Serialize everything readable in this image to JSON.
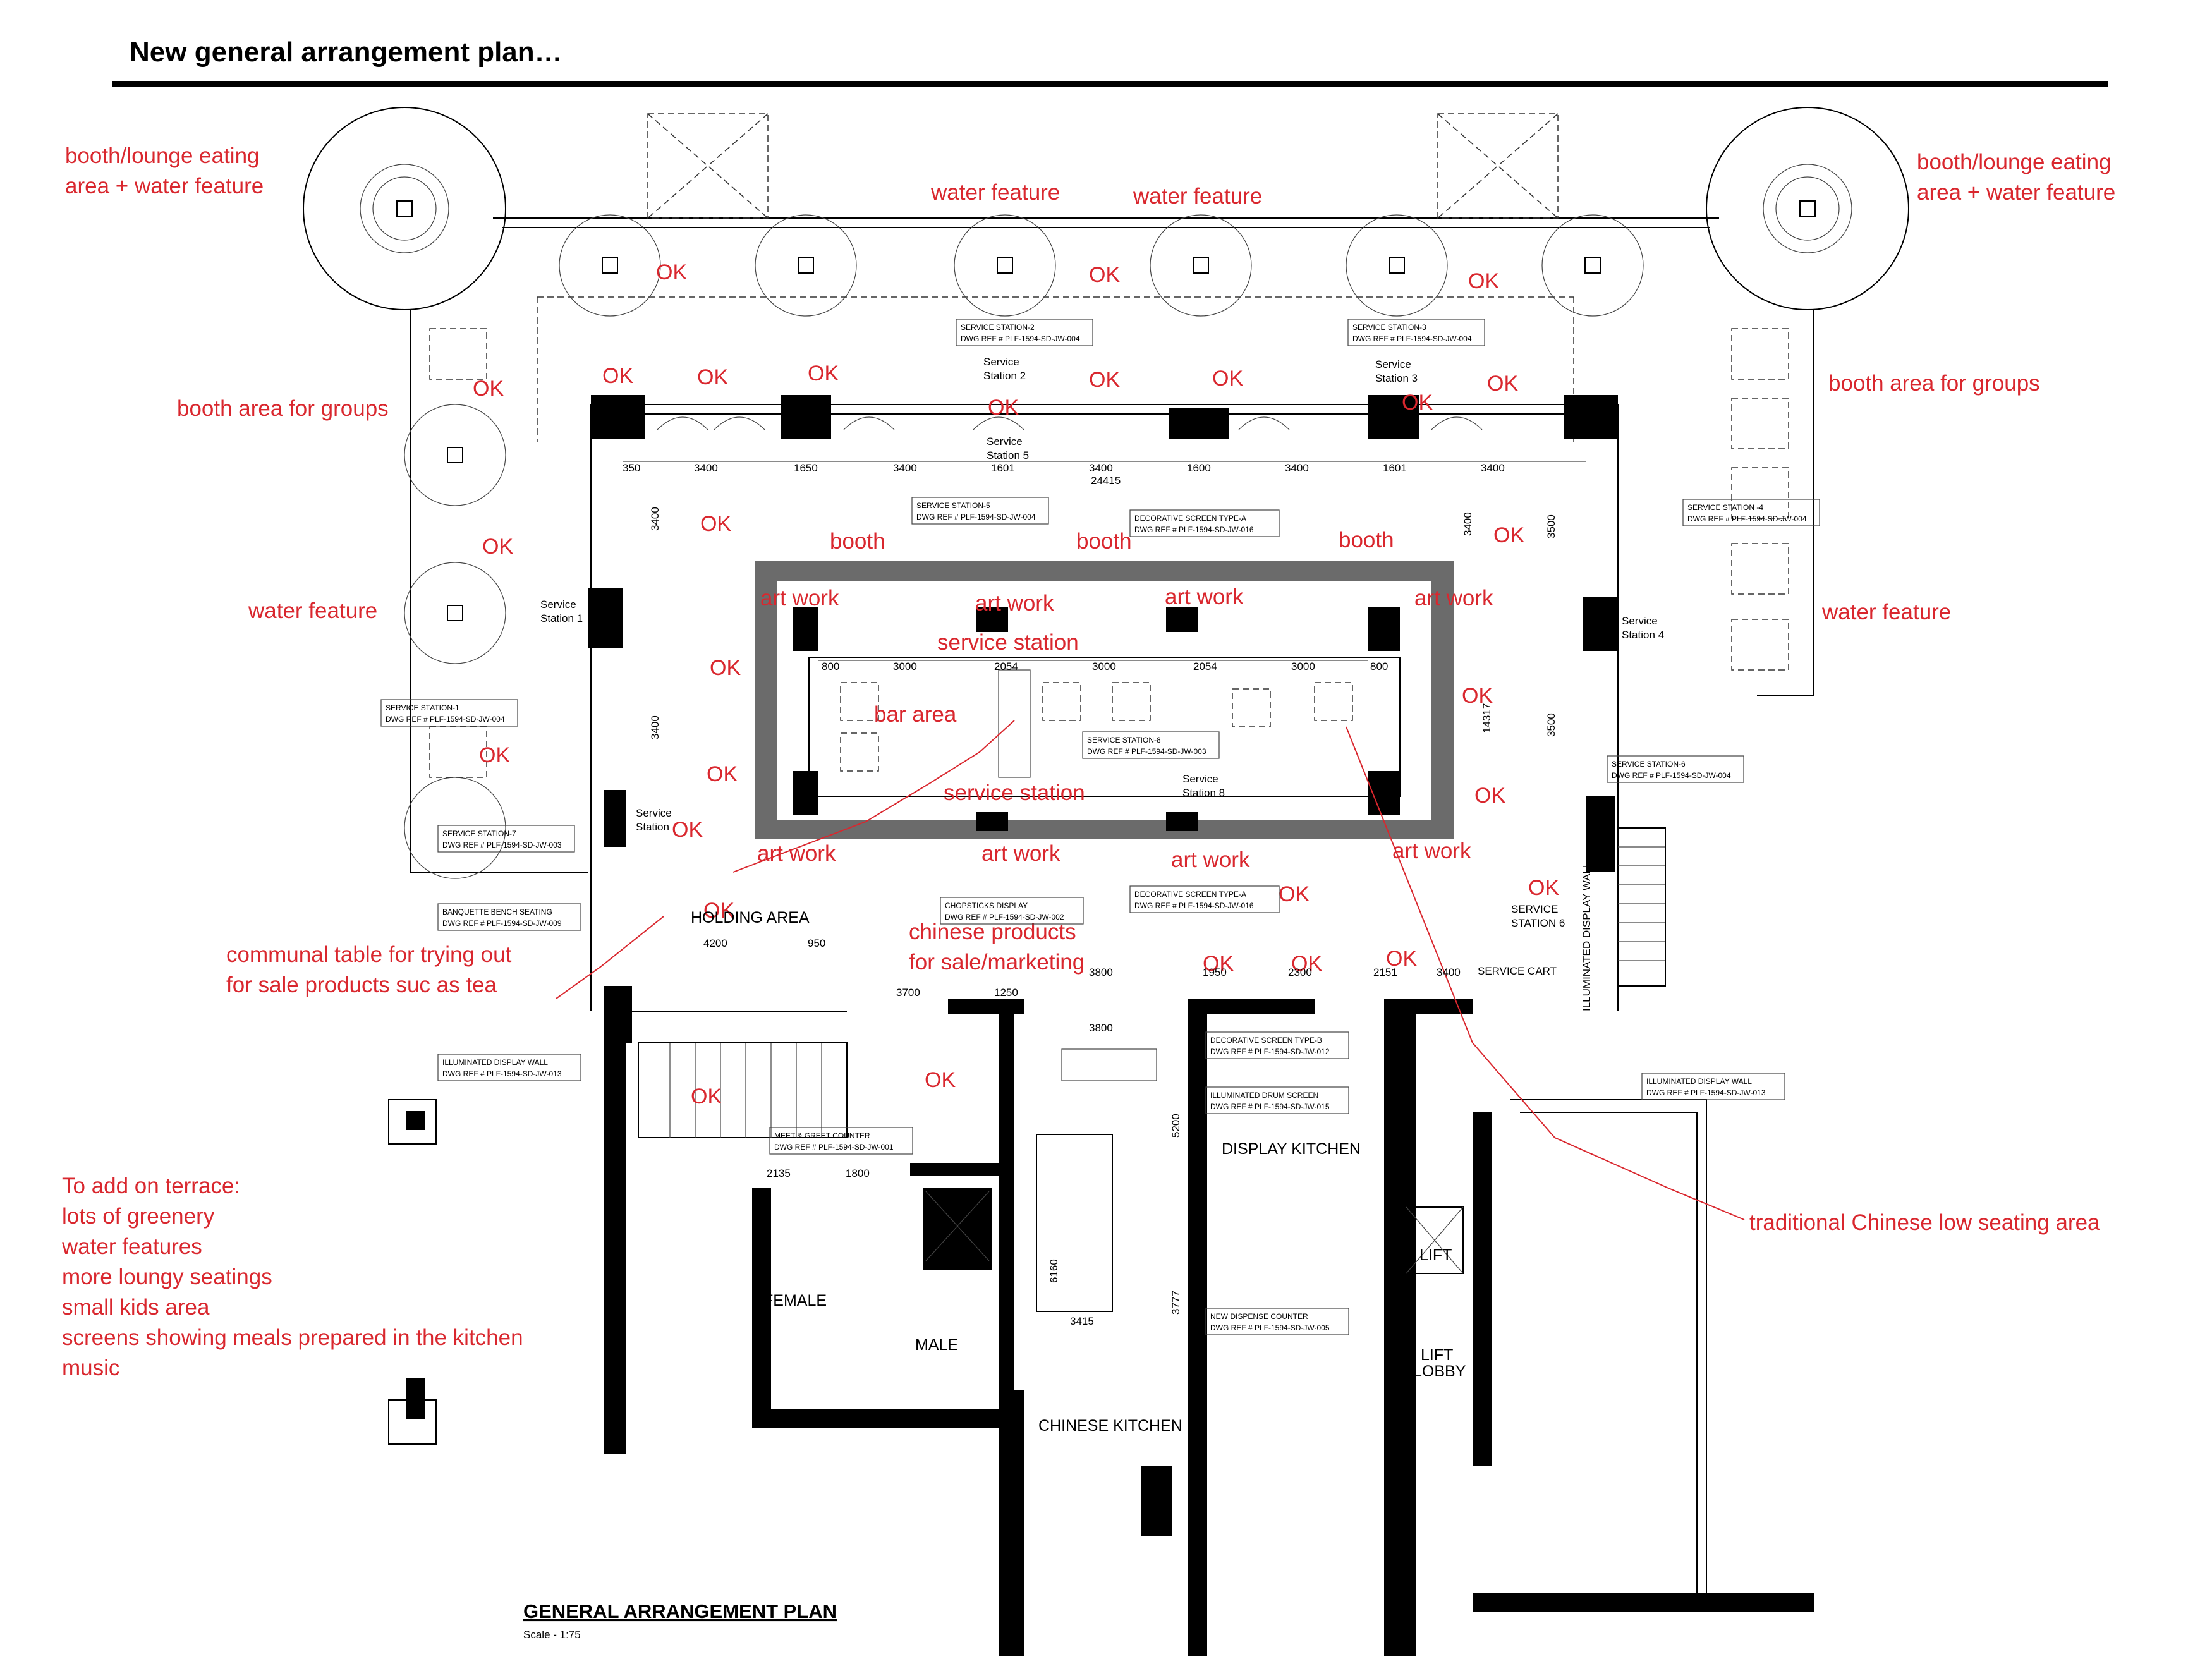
{
  "title": "New general arrangement plan…",
  "drawing": {
    "title": "GENERAL ARRANGEMENT PLAN",
    "scale": "Scale - 1:75"
  },
  "notes": {
    "booth_lounge_left_1": "booth/lounge eating",
    "booth_lounge_left_2": "area + water feature",
    "booth_lounge_right_1": "booth/lounge eating",
    "booth_lounge_right_2": "area + water feature",
    "water_feature_top_1": "water feature",
    "water_feature_top_2": "water feature",
    "booth_groups_left": "booth area for groups",
    "booth_groups_right": "booth area for groups",
    "water_feature_left": "water feature",
    "water_feature_right": "water feature",
    "booth_1": "booth",
    "booth_2": "booth",
    "booth_3": "booth",
    "art_work_1": "art work",
    "art_work_2": "art work",
    "art_work_3": "art work",
    "art_work_4": "art work",
    "art_work_5": "art work",
    "art_work_6": "art work",
    "art_work_7": "art work",
    "art_work_8": "art work",
    "service_station_top": "service station",
    "service_station_bottom": "service station",
    "bar_area": "bar area",
    "communal_1": "communal table for trying out",
    "communal_2": "for sale products suc as tea",
    "chinese_products_1": "chinese products",
    "chinese_products_2": "for sale/marketing",
    "traditional": "traditional Chinese low seating area",
    "terrace": [
      "To add on terrace:",
      "lots of greenery",
      "water features",
      "more loungy seatings",
      "small kids area",
      "screens showing meals prepared in the kitchen",
      "music"
    ],
    "ok": "OK"
  },
  "labels": {
    "holding_area": "HOLDING AREA",
    "display_kitchen": "DISPLAY KITCHEN",
    "chinese_kitchen": "CHINESE KITCHEN",
    "female": "FEMALE",
    "male": "MALE",
    "lift": "LIFT",
    "lift_lobby_1": "LIFT",
    "lift_lobby_2": "LOBBY",
    "service_station_1": [
      "Service",
      "Station 1"
    ],
    "service_station_2": [
      "Service",
      "Station 2"
    ],
    "service_station_3": [
      "Service",
      "Station 3"
    ],
    "service_station_4": [
      "Service",
      "Station 4"
    ],
    "service_station_5": [
      "Service",
      "Station 5"
    ],
    "service_station_6": [
      "SERVICE",
      "STATION 6"
    ],
    "service_station_7": [
      "Service",
      "Station"
    ],
    "service_station_8": [
      "Service",
      "Station 8"
    ],
    "service_cart": "SERVICE CART",
    "illuminated_display_wall": "ILLUMINATED DISPLAY WALL"
  },
  "tags": {
    "ss1": [
      "SERVICE STATION-1",
      "DWG REF # PLF-1594-SD-JW-004"
    ],
    "ss2": [
      "SERVICE STATION-2",
      "DWG REF # PLF-1594-SD-JW-004"
    ],
    "ss3": [
      "SERVICE STATION-3",
      "DWG REF # PLF-1594-SD-JW-004"
    ],
    "ss4": [
      "SERVICE STATION -4",
      "DWG REF # PLF-1594-SD-JW-004"
    ],
    "ss5": [
      "SERVICE STATION-5",
      "DWG REF # PLF-1594-SD-JW-004"
    ],
    "ss6": [
      "SERVICE STATION-6",
      "DWG REF # PLF-1594-SD-JW-004"
    ],
    "ss7": [
      "SERVICE STATION-7",
      "DWG REF # PLF-1594-SD-JW-003"
    ],
    "ss8": [
      "SERVICE STATION-8",
      "DWG REF # PLF-1594-SD-JW-003"
    ],
    "deco_a_top": [
      "DECORATIVE SCREEN TYPE-A",
      "DWG REF # PLF-1594-SD-JW-016"
    ],
    "deco_a_bottom": [
      "DECORATIVE SCREEN TYPE-A",
      "DWG REF # PLF-1594-SD-JW-016"
    ],
    "banquette": [
      "BANQUETTE BENCH SEATING",
      "DWG REF # PLF-1594-SD-JW-009"
    ],
    "chopsticks": [
      "CHOPSTICKS DISPLAY",
      "DWG REF # PLF-1594-SD-JW-002"
    ],
    "illum_left": [
      "ILLUMINATED DISPLAY WALL",
      "DWG REF # PLF-1594-SD-JW-013"
    ],
    "illum_right": [
      "ILLUMINATED DISPLAY WALL",
      "DWG REF # PLF-1594-SD-JW-013"
    ],
    "meet_greet": [
      "MEET & GREET COUNTER",
      "DWG REF # PLF-1594-SD-JW-001"
    ],
    "deco_b": [
      "DECORATIVE SCREEN TYPE-B",
      "DWG REF # PLF-1594-SD-JW-012"
    ],
    "drum": [
      "ILLUMINATED DRUM SCREEN",
      "DWG REF # PLF-1594-SD-JW-015"
    ],
    "dispense": [
      "NEW DISPENSE COUNTER",
      "DWG REF # PLF-1594-SD-JW-005"
    ]
  },
  "dims": {
    "d350": "350",
    "d3400a": "3400",
    "d1650": "1650",
    "d3400b": "3400",
    "d1601": "1601",
    "d3400c": "3400",
    "d1600": "1600",
    "d3400d": "3400",
    "d1601b": "1601",
    "d3400e": "3400",
    "d24415": "24415",
    "d800a": "800",
    "d3000a": "3000",
    "d2054a": "2054",
    "d3000b": "3000",
    "d2054b": "2054",
    "d3000c": "3000",
    "d800b": "800",
    "d3400v1": "3400",
    "d3400v2": "3400",
    "d3400r1": "3400",
    "d3500r": "3500",
    "d3500r2": "3500",
    "d14317": "14317",
    "d4200": "4200",
    "d950": "950",
    "d3700": "3700",
    "d1250": "1250",
    "d3800a": "3800",
    "d1950": "1950",
    "d2300": "2300",
    "d2151": "2151",
    "d3400f": "3400",
    "d3800b": "3800",
    "d2135": "2135",
    "d1800": "1800",
    "d5200": "5200",
    "d6160": "6160",
    "d3415": "3415",
    "d3777": "3777"
  },
  "colors": {
    "annotation": "#d9272e",
    "ink": "#000000"
  }
}
